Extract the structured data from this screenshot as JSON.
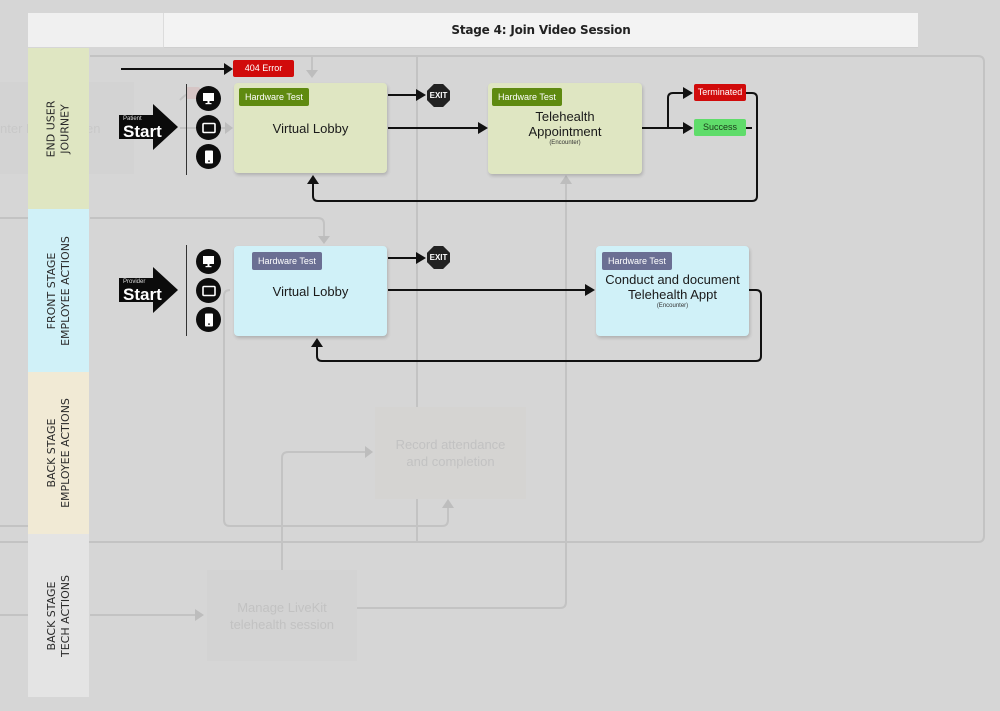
{
  "header": {
    "stage_title": "Stage 4: Join Video Session"
  },
  "lanes": [
    {
      "line1": "END USER",
      "line2": "JOURNEY",
      "color": "#dfe6c2"
    },
    {
      "line1": "FRONT STAGE",
      "line2": "EMPLOYEE ACTIONS",
      "color": "#d0f1f8"
    },
    {
      "line1": "BACK STAGE",
      "line2": "EMPLOYEE ACTIONS",
      "color": "#f1ead5"
    },
    {
      "line1": "BACK STAGE",
      "line2": "TECH ACTIONS",
      "color": "#e4e4e4"
    }
  ],
  "ghost": {
    "prev_stage_text": "nter H          tmen",
    "record_attendance": "Record attendance and completion",
    "manage_livekit": "Manage LiveKit telehealth session"
  },
  "patient_flow": {
    "start_role": "Patient",
    "start_label": "Start",
    "devices": [
      "desktop-icon",
      "laptop-icon",
      "mobile-icon"
    ],
    "error_badge": "404 Error",
    "lobby": {
      "tag": "Hardware Test",
      "title": "Virtual Lobby"
    },
    "exit_label": "EXIT",
    "appointment": {
      "tag": "Hardware Test",
      "title_line1": "Telehealth",
      "title_line2": "Appointment",
      "subtitle": "(Encounter)"
    },
    "outcomes": {
      "terminated": "Terminated",
      "success": "Success"
    }
  },
  "provider_flow": {
    "start_role": "Provider",
    "start_label": "Start",
    "devices": [
      "desktop-icon",
      "laptop-icon",
      "mobile-icon"
    ],
    "lobby": {
      "tag": "Hardware Test",
      "title": "Virtual Lobby"
    },
    "exit_label": "EXIT",
    "appointment": {
      "tag": "Hardware Test",
      "title_line1": "Conduct and document",
      "title_line2": "Telehealth Appt",
      "subtitle": "(Encounter)"
    }
  },
  "colors": {
    "error_red": "#d10b0b",
    "success_green": "#5fdc6a",
    "tag_green": "#5f8a10",
    "tag_purple": "#6b6f93"
  }
}
